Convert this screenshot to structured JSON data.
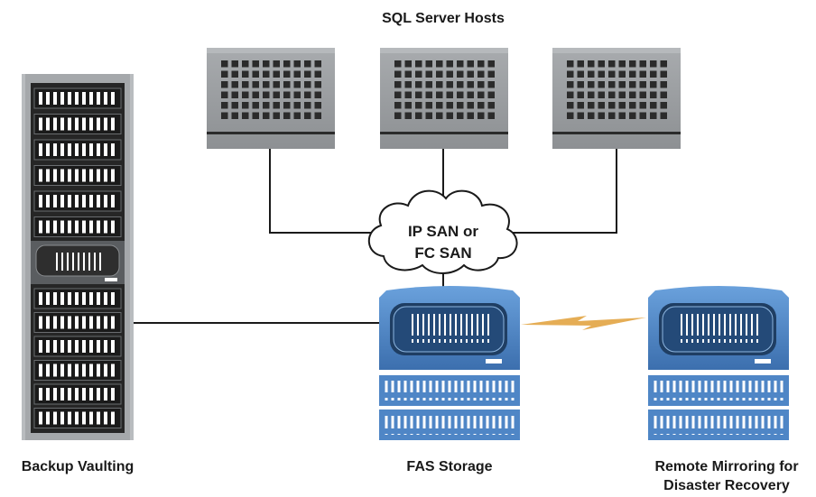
{
  "title": "SQL Server Hosts",
  "cloud": {
    "line1": "IP SAN or",
    "line2": "FC SAN"
  },
  "labels": {
    "backup": "Backup Vaulting",
    "fas": "FAS Storage",
    "remote_line1": "Remote Mirroring for",
    "remote_line2": "Disaster Recovery"
  },
  "colors": {
    "server_gray": "#9b9ea1",
    "storage_blue": "#4f86c6",
    "rack_dark": "#2a2a2a",
    "link_orange": "#e0a03a"
  }
}
